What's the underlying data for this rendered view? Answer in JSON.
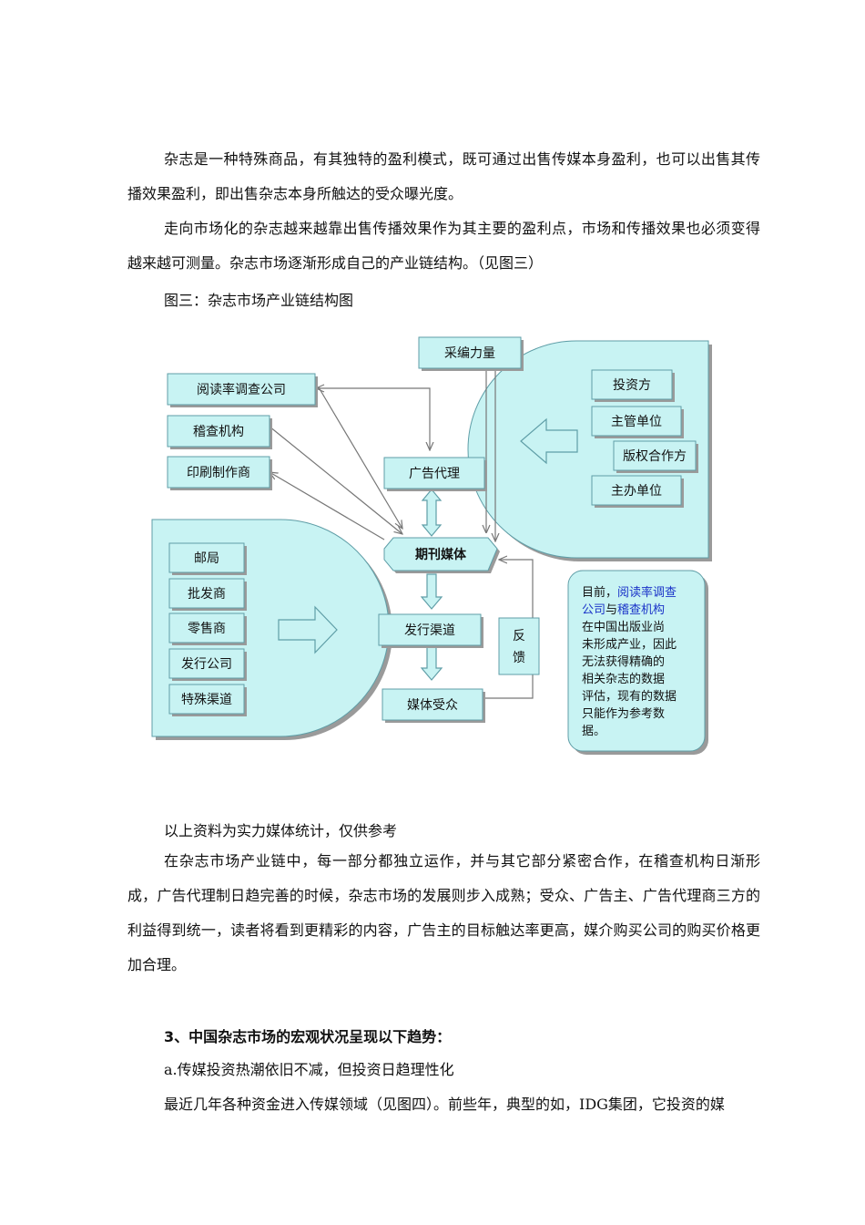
{
  "paragraphs": {
    "p1": "杂志是一种特殊商品，有其独特的盈利模式，既可通过出售传媒本身盈利，也可以出售其传播效果盈利，即出售杂志本身所触达的受众曝光度。",
    "p2": "走向市场化的杂志越来越靠出售传播效果作为其主要的盈利点，市场和传播效果也必须变得越来越可测量。杂志市场逐渐形成自己的产业链结构。（见图三）",
    "figure_caption": "图三：杂志市场产业链结构图",
    "source_note": "以上资料为实力媒体统计，仅供参考",
    "p3": "在杂志市场产业链中，每一部分都独立运作，并与其它部分紧密合作，在稽查机构日渐形成，广告代理制日趋完善的时候，杂志市场的发展则步入成熟；受众、广告主、广告代理商三方的利益得到统一，读者将看到更精彩的内容，广告主的目标触达率更高，媒介购买公司的购买价格更加合理。",
    "section_heading": "3、中国杂志市场的宏观状况呈现以下趋势：",
    "subheading_a": "a.传媒投资热潮依旧不减，但投资日趋理性化",
    "p4": "最近几年各种资金进入传媒领域（见图四）。前些年，典型的如，IDG集团，它投资的媒"
  },
  "diagram": {
    "left_boxes": [
      "阅读率调查公司",
      "稽查机构",
      "印刷制作商"
    ],
    "top_box": "采编力量",
    "ad_agency": "广告代理",
    "center": "期刊媒体",
    "distribution": "发行渠道",
    "audience": "媒体受众",
    "feedback": [
      "反",
      "馈"
    ],
    "investors": [
      "投资方",
      "主管单位",
      "版权合作方",
      "主办单位"
    ],
    "channels": [
      "邮局",
      "批发商",
      "零售商",
      "发行公司",
      "特殊渠道"
    ],
    "note": {
      "l1a": "目前，",
      "l1b": "阅读率调查",
      "l2a": "公司",
      "l2b": "与",
      "l2c": "稽查机构",
      "l3": "在中国出版业尚",
      "l4": "未形成产业，因此",
      "l5": "无法获得精确的",
      "l6": "相关杂志的数据",
      "l7": "评估，现有的数据",
      "l8": "只能作为参考数",
      "l9": "据。"
    },
    "colors": {
      "fill": "#c8f3f3",
      "stroke": "#5f9ea7",
      "shadow": "#9a9a9a",
      "link_blue": "#1a33c8"
    }
  }
}
